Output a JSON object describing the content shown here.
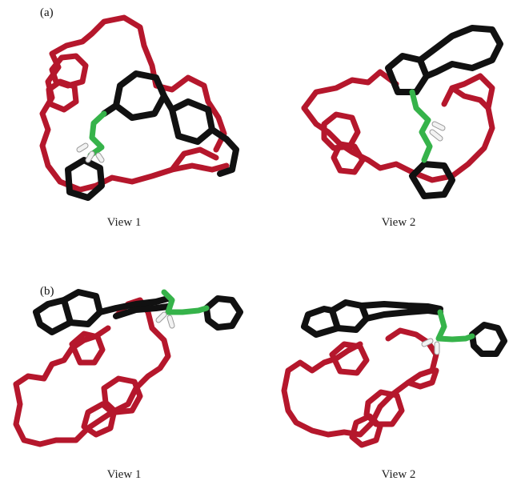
{
  "panels": [
    {
      "label": "(a)",
      "views": [
        "View 1",
        "View 2"
      ]
    },
    {
      "label": "(b)",
      "views": [
        "View 1",
        "View 2"
      ]
    }
  ],
  "colors": {
    "macrocycle": "#b5172c",
    "aromatic_axle": "#111111",
    "ammonium_linker": "#36b34a",
    "hydrogen": "#f2f2f2"
  }
}
